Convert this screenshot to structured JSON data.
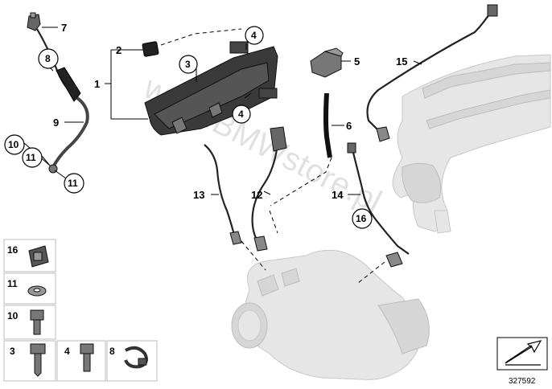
{
  "labels": {
    "p1": "1",
    "p2": "2",
    "p3": "3",
    "p4a": "4",
    "p4b": "4",
    "p5": "5",
    "p6": "6",
    "p7": "7",
    "p8": "8",
    "p9": "9",
    "p10": "10",
    "p11a": "11",
    "p11b": "11",
    "p12": "12",
    "p13": "13",
    "p14": "14",
    "p15": "15",
    "p16": "16"
  },
  "legend": {
    "l16": "16",
    "l11": "11",
    "l10": "10",
    "l3": "3",
    "l4": "4",
    "l8": "8"
  },
  "watermark": "www.BMWstore.pl",
  "reference_number": "327592"
}
